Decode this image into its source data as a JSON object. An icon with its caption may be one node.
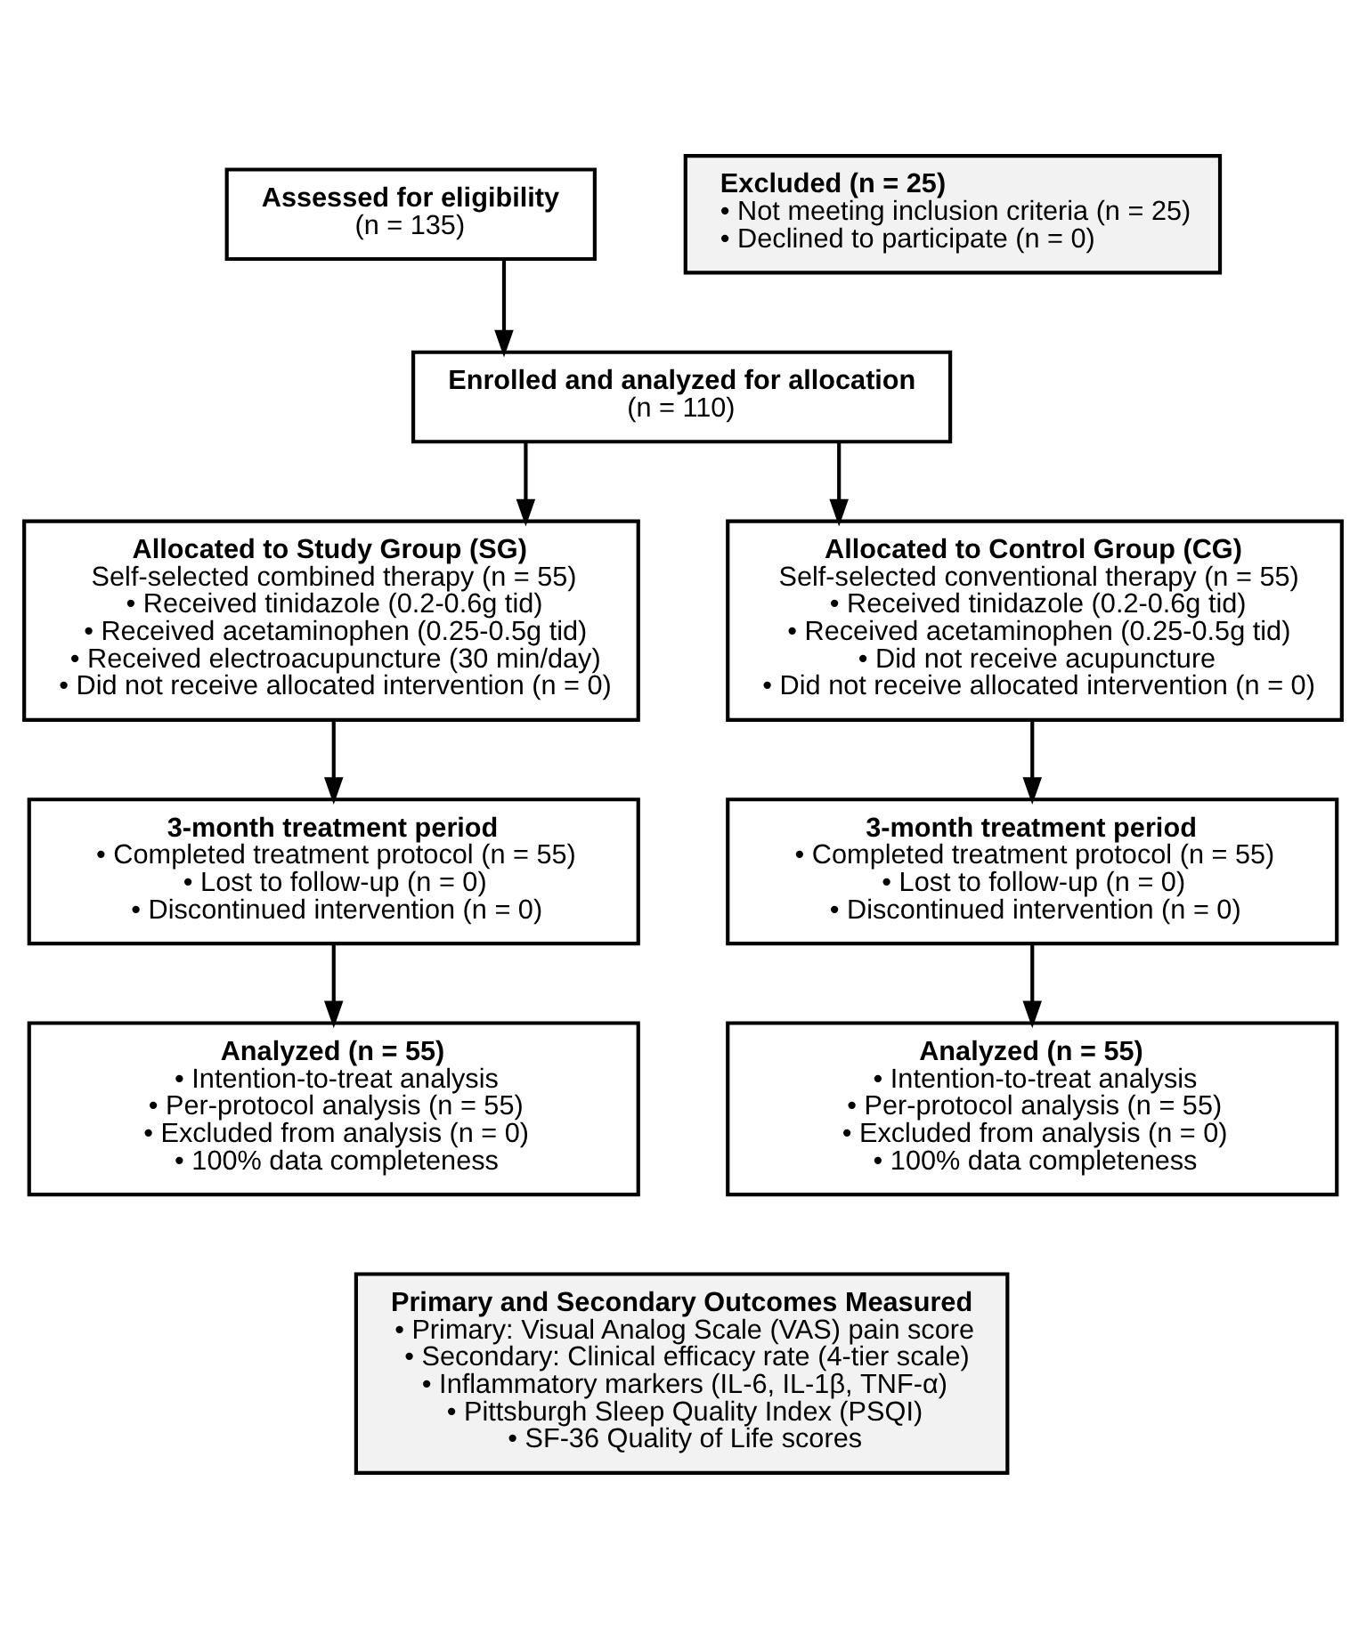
{
  "diagram": {
    "nodes": [
      {
        "text": [
          "Assessed for eligibility",
          "(n = 135)"
        ]
      },
      {
        "text": [
          "Excluded (n = 25)",
          "• Not meeting inclusion criteria (n = 25)",
          "• Declined to participate (n = 0)"
        ]
      },
      {
        "text": [
          "Enrolled and analyzed for allocation",
          "(n = 110)"
        ]
      },
      {
        "text": [
          "Allocated to Study Group (SG)",
          "Self-selected combined therapy (n = 55)",
          "• Received tinidazole (0.2-0.6g tid)",
          "• Received acetaminophen (0.25-0.5g tid)",
          "• Received electroacupuncture (30 min/day)",
          "• Did not receive allocated intervention (n = 0)"
        ]
      },
      {
        "text": [
          "Allocated to Control Group (CG)",
          "Self-selected conventional therapy (n = 55)",
          "• Received tinidazole (0.2-0.6g tid)",
          "• Received acetaminophen (0.25-0.5g tid)",
          "• Did not receive acupuncture",
          "• Did not receive allocated intervention (n = 0)"
        ]
      },
      {
        "text": [
          "3-month treatment period",
          "• Completed treatment protocol (n = 55)",
          "• Lost to follow-up (n = 0)",
          "• Discontinued intervention (n = 0)"
        ]
      },
      {
        "text": [
          "3-month treatment period",
          "• Completed treatment protocol (n = 55)",
          "• Lost to follow-up (n = 0)",
          "• Discontinued intervention (n = 0)"
        ]
      },
      {
        "text": [
          "Analyzed (n = 55)",
          "• Intention-to-treat analysis",
          "• Per-protocol analysis (n = 55)",
          "• Excluded from analysis (n = 0)",
          "• 100% data completeness"
        ]
      },
      {
        "text": [
          "Analyzed (n = 55)",
          "• Intention-to-treat analysis",
          "• Per-protocol analysis (n = 55)",
          "• Excluded from analysis (n = 0)",
          "• 100% data completeness"
        ]
      },
      {
        "text": [
          "Primary and Secondary Outcomes Measured",
          "• Primary: Visual Analog Scale (VAS) pain score",
          "• Secondary: Clinical efficacy rate (4-tier scale)",
          "• Inflammatory markers (IL-6, IL-1β, TNF-α)",
          "• Pittsburgh Sleep Quality Index (PSQI)",
          "• SF-36 Quality of Life scores"
        ]
      }
    ],
    "edges": [
      {
        "from": 0,
        "to": 2,
        "arrow": "to"
      },
      {
        "from": 2,
        "to": 3,
        "arrow": "to"
      },
      {
        "from": 2,
        "to": 4,
        "arrow": "to"
      },
      {
        "from": 3,
        "to": 5,
        "arrow": "to"
      },
      {
        "from": 5,
        "to": 7,
        "arrow": "to"
      },
      {
        "from": 4,
        "to": 6,
        "arrow": "to"
      },
      {
        "from": 6,
        "to": 8,
        "arrow": "to"
      }
    ]
  }
}
